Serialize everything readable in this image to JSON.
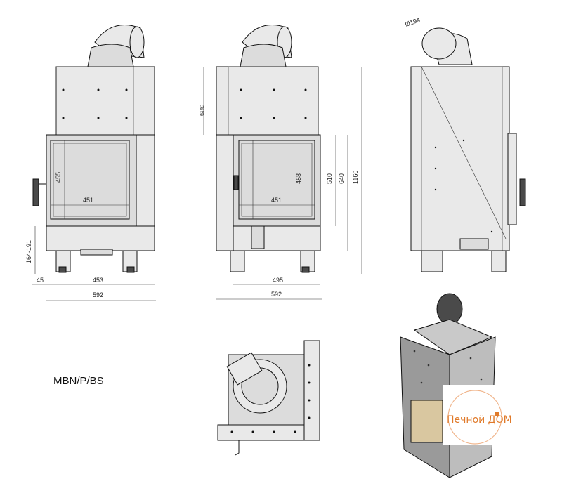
{
  "model": "MBN/P/BS",
  "logo": {
    "text": "Печной ДОМ",
    "color": "#e07a2a"
  },
  "dimensions": {
    "front": {
      "width_total": "592",
      "width_inner": "453",
      "offset_left": "45",
      "glass_width": "451",
      "glass_height": "455",
      "legs": "164-191"
    },
    "side": {
      "top_height": "389",
      "width_total": "592",
      "width_inner": "495",
      "glass_width": "451",
      "glass_height": "458",
      "door_height": "510",
      "opening_height": "640",
      "total_height": "1160"
    },
    "top": {
      "flue_diameter": "Ø194"
    }
  },
  "views": [
    "front-view",
    "side-view",
    "right-view",
    "top-view",
    "3d-view"
  ]
}
